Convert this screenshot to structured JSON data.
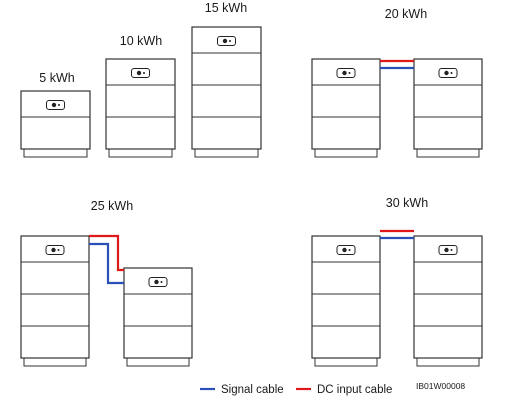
{
  "configurations": {
    "c5": {
      "label": "5 kWh",
      "modules": 1
    },
    "c10": {
      "label": "10 kWh",
      "modules": 2
    },
    "c15": {
      "label": "15 kWh",
      "modules": 3
    },
    "c20": {
      "label": "20 kWh",
      "stacks": [
        2,
        2
      ]
    },
    "c25": {
      "label": "25 kWh",
      "stacks": [
        3,
        2
      ]
    },
    "c30": {
      "label": "30 kWh",
      "stacks": [
        3,
        3
      ]
    }
  },
  "legend": {
    "signal_label": "Signal cable",
    "dc_label": "DC input cable"
  },
  "figure_code": "IB01W00008",
  "colors": {
    "outline": "#333333",
    "signal_cable": "#2a4fb8",
    "dc_cable": "#e01818"
  }
}
